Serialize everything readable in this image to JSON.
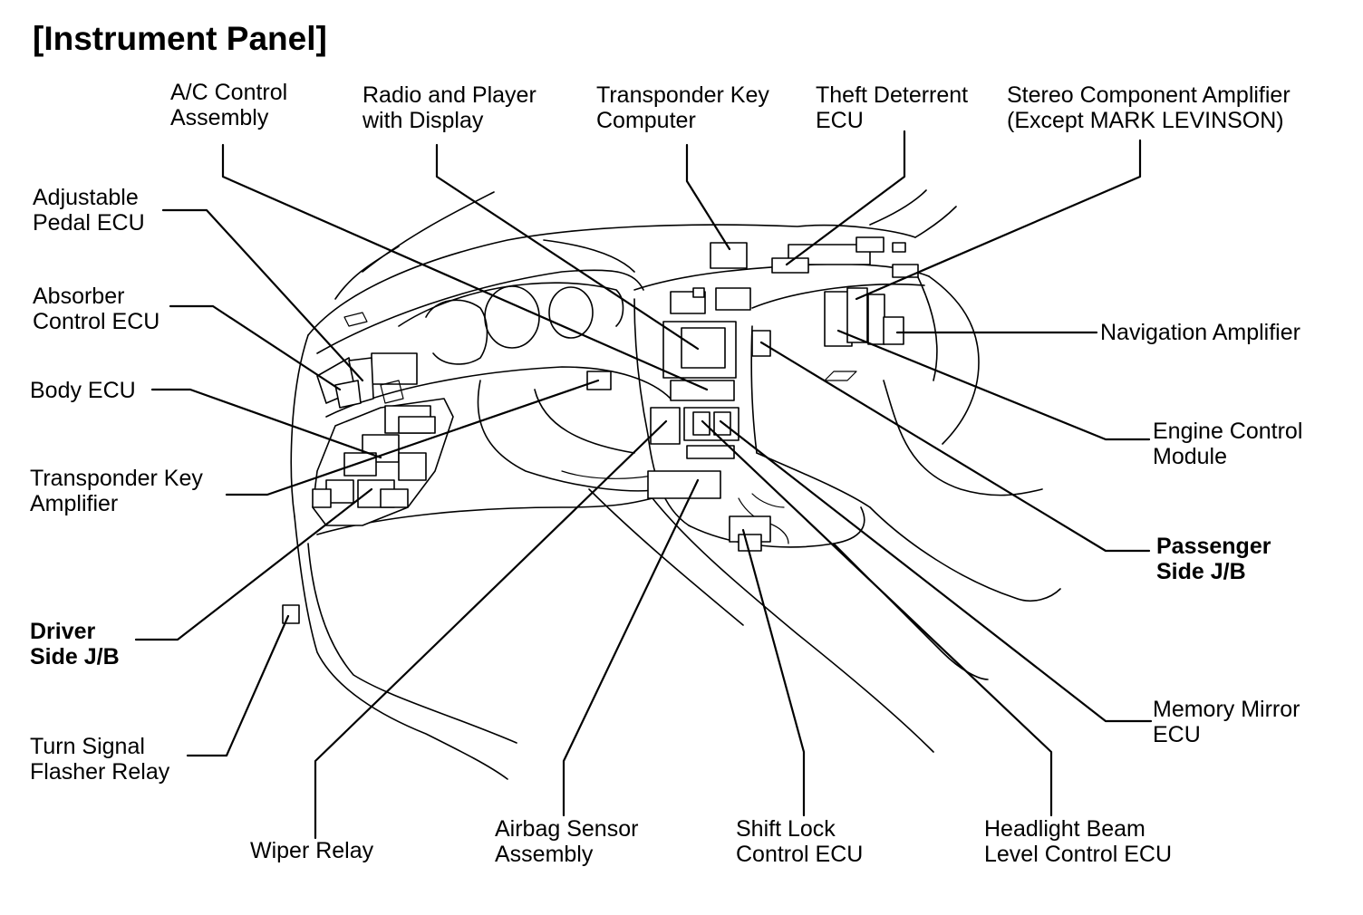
{
  "title": "[Instrument Panel]",
  "labels": {
    "ac_control": [
      "A/C Control",
      "Assembly"
    ],
    "radio_player": [
      "Radio and Player",
      "with Display"
    ],
    "transponder_key_computer": [
      "Transponder Key",
      "Computer"
    ],
    "theft_deterrent": [
      "Theft Deterrent",
      "ECU"
    ],
    "stereo_amplifier": [
      "Stereo Component Amplifier",
      "(Except MARK LEVINSON)"
    ],
    "adjustable_pedal": [
      "Adjustable",
      "Pedal ECU"
    ],
    "absorber_control": [
      "Absorber",
      "Control ECU"
    ],
    "body_ecu": [
      "Body ECU"
    ],
    "transponder_key_amplifier": [
      "Transponder Key",
      "Amplifier"
    ],
    "driver_side_jb": [
      "Driver",
      "Side J/B"
    ],
    "turn_signal": [
      "Turn Signal",
      "Flasher Relay"
    ],
    "wiper_relay": [
      "Wiper Relay"
    ],
    "airbag_sensor": [
      "Airbag Sensor",
      "Assembly"
    ],
    "shift_lock": [
      "Shift Lock",
      "Control ECU"
    ],
    "headlight_beam": [
      "Headlight Beam",
      "Level Control ECU"
    ],
    "memory_mirror": [
      "Memory Mirror",
      "ECU"
    ],
    "passenger_side_jb": [
      "Passenger",
      "Side J/B"
    ],
    "engine_control": [
      "Engine Control",
      "Module"
    ],
    "navigation_amplifier": [
      "Navigation Amplifier"
    ]
  }
}
